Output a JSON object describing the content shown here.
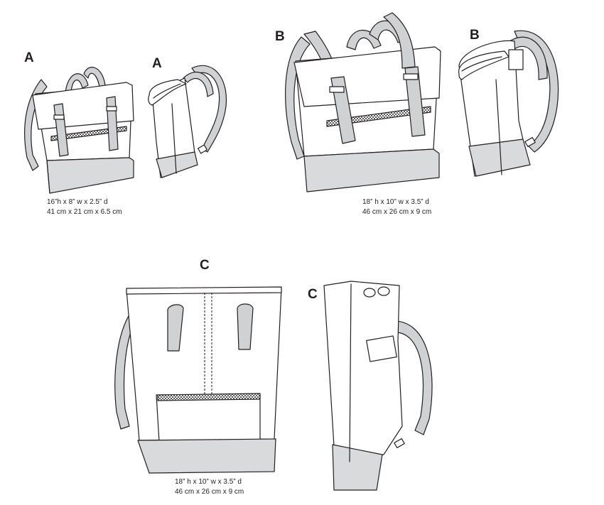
{
  "colors": {
    "line": "#231f20",
    "strap": "#cfd1d2",
    "base": "#d9dadb",
    "fabric": "#ffffff",
    "zip": "#5d5d5d"
  },
  "views": [
    {
      "label": "A",
      "dims_in": "16”h x 8” w x 2.5” d",
      "dims_cm": "41 cm x 21 cm x 6.5 cm"
    },
    {
      "label": "A"
    },
    {
      "label": "B",
      "dims_in": "18” h x 10” w x 3.5” d",
      "dims_cm": "46 cm x 26 cm x 9 cm"
    },
    {
      "label": "B"
    },
    {
      "label": "C",
      "dims_in": "18” h x 10” w x 3.5” d",
      "dims_cm": "46 cm x 26 cm x 9 cm"
    },
    {
      "label": "C"
    }
  ]
}
